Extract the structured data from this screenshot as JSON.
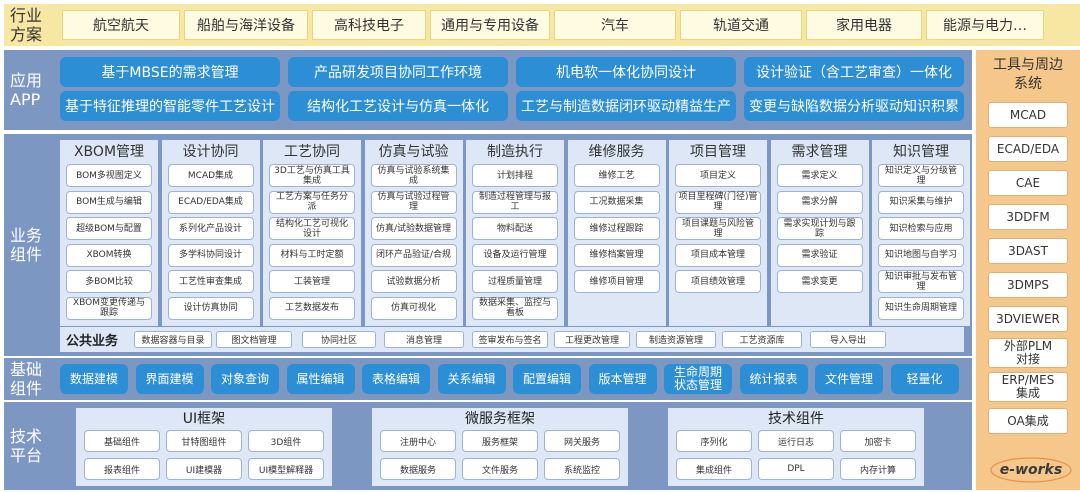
{
  "industry": {
    "label": "行业\n方案",
    "items": [
      "航空航天",
      "船舶与海洋设备",
      "高科技电子",
      "通用与专用设备",
      "汽车",
      "轨道交通",
      "家用电器",
      "能源与电力…"
    ]
  },
  "app": {
    "label": "应用\nAPP",
    "items": [
      "基于MBSE的需求管理",
      "产品研发项目协同工作环境",
      "机电软一体化协同设计",
      "设计验证（含工艺审查）一体化",
      "基于特征推理的智能零件工艺设计",
      "结构化工艺设计与仿真一体化",
      "工艺与制造数据闭环驱动精益生产",
      "变更与缺陷数据分析驱动知识积累"
    ]
  },
  "business": {
    "label": "业务\n组件",
    "columns": [
      {
        "title": "XBOM管理",
        "items": [
          "BOM多视图定义",
          "BOM生成与编辑",
          "超级BOM与配置",
          "XBOM转换",
          "多BOM比较",
          "XBOM变更传递与跟踪"
        ]
      },
      {
        "title": "设计协同",
        "items": [
          "MCAD集成",
          "ECAD/EDA集成",
          "系列化产品设计",
          "多学科协同设计",
          "工艺性审查集成",
          "设计仿真协同"
        ]
      },
      {
        "title": "工艺协同",
        "items": [
          "3D工艺与仿真工具集成",
          "工艺方案与任务分派",
          "结构化工艺可视化设计",
          "材料与工时定额",
          "工装管理",
          "工艺数据发布"
        ]
      },
      {
        "title": "仿真与试验",
        "items": [
          "仿真与试验系统集成",
          "仿真与试验过程管理",
          "仿真/试验数据管理",
          "闭环产品验证/合规",
          "试验数据分析",
          "仿真可视化"
        ]
      },
      {
        "title": "制造执行",
        "items": [
          "计划排程",
          "制造过程管理与报工",
          "物料配送",
          "设备及运行管理",
          "过程质量管理",
          "数据采集、监控与看板"
        ]
      },
      {
        "title": "维修服务",
        "items": [
          "维修工艺",
          "工况数据采集",
          "维修过程跟踪",
          "维修档案管理",
          "维修项目管理"
        ]
      },
      {
        "title": "项目管理",
        "items": [
          "项目定义",
          "项目里程碑(门径)管理",
          "项目课题与风险管理",
          "项目成本管理",
          "项目绩效管理"
        ]
      },
      {
        "title": "需求管理",
        "items": [
          "需求定义",
          "需求分解",
          "需求实现计划与跟踪",
          "需求验证",
          "需求变更"
        ]
      },
      {
        "title": "知识管理",
        "items": [
          "知识定义与分级管理",
          "知识采集与维护",
          "知识检索与应用",
          "知识地图与自学习",
          "知识审批与发布管理",
          "知识生命周期管理"
        ]
      }
    ],
    "public": {
      "title": "公共业务",
      "items": [
        "数据容器与目录",
        "图文档管理",
        "协同社区",
        "消息管理",
        "签审发布与签名",
        "工程更改管理",
        "制造资源管理",
        "工艺资源库",
        "导入导出"
      ]
    }
  },
  "base": {
    "label": "基础\n组件",
    "items": [
      "数据建模",
      "界面建模",
      "对象查询",
      "属性编辑",
      "表格编辑",
      "关系编辑",
      "配置编辑",
      "版本管理",
      "生命周期\n状态管理",
      "统计报表",
      "文件管理",
      "轻量化"
    ]
  },
  "tech": {
    "label": "技术\n平台",
    "groups": [
      {
        "title": "UI框架",
        "items": [
          "基础组件",
          "甘特图组件",
          "3D组件",
          "报表组件",
          "UI建模器",
          "UI模型解释器"
        ]
      },
      {
        "title": "微服务框架",
        "items": [
          "注册中心",
          "服务框架",
          "网关服务",
          "数据服务",
          "文件服务",
          "系统监控"
        ]
      },
      {
        "title": "技术组件",
        "items": [
          "序列化",
          "运行日志",
          "加密卡",
          "集成组件",
          "DPL",
          "内存计算"
        ]
      }
    ]
  },
  "tools": {
    "title": "工具与周边\n系统",
    "items": [
      "MCAD",
      "ECAD/EDA",
      "CAE",
      "3DDFM",
      "3DAST",
      "3DMPS",
      "3DVIEWER",
      "外部PLM\n对接",
      "ERP/MES\n集成",
      "OA集成"
    ]
  },
  "logo": {
    "text": "e-works"
  },
  "colors": {
    "industry_bg": "#f6e7a3",
    "band_blue": "#7c97c2",
    "app_button": "#2c8fd6",
    "tools_bg": "#f6c78a"
  }
}
